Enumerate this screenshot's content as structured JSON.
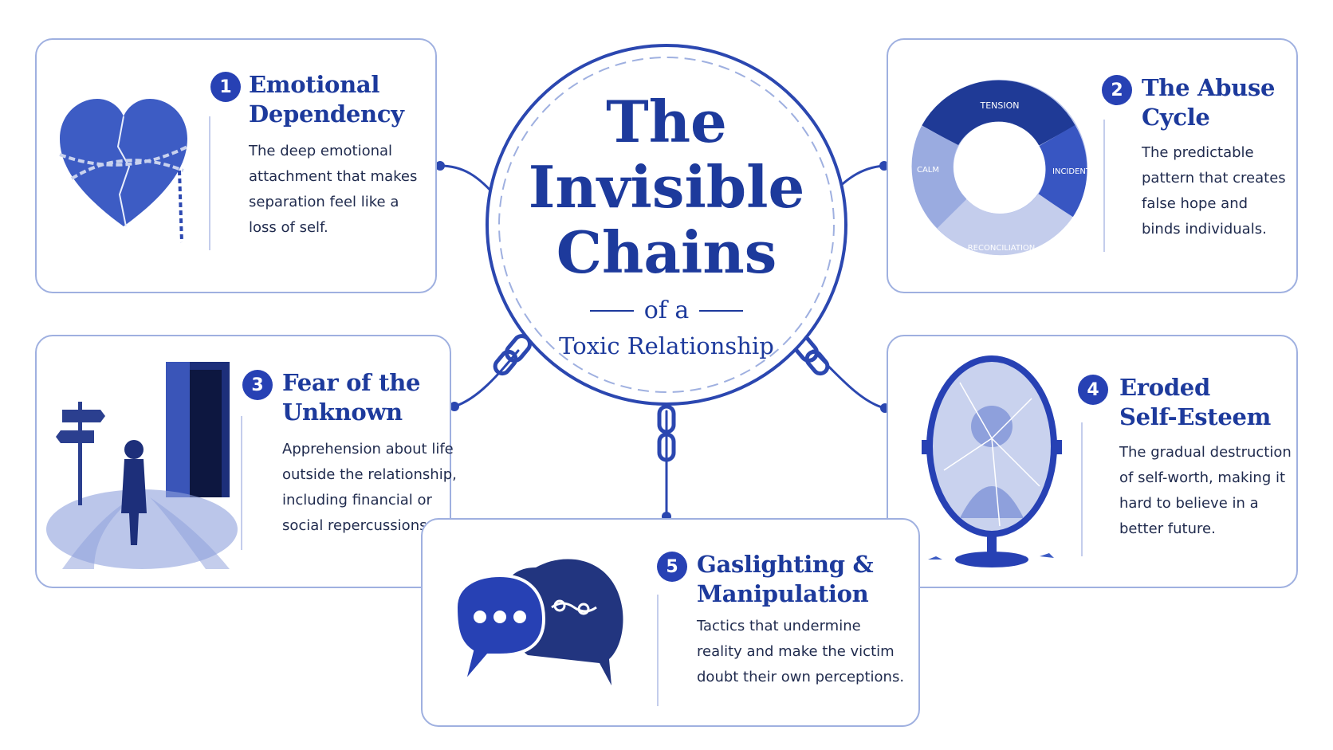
{
  "center": {
    "title_lines": [
      "The",
      "Invisible",
      "Chains"
    ],
    "connector": "of a",
    "subtitle": "Toxic Relationship"
  },
  "cards": [
    {
      "number": "1",
      "title_lines": [
        "Emotional",
        "Dependency"
      ],
      "desc_lines": [
        "The deep emotional",
        "attachment that makes",
        "separation feel like a",
        "loss of self."
      ],
      "icon": "broken-chained-heart-icon"
    },
    {
      "number": "2",
      "title_lines": [
        "The Abuse",
        "Cycle"
      ],
      "desc_lines": [
        "The predictable",
        "pattern that creates",
        "false hope and",
        "binds individuals."
      ],
      "icon": "abuse-cycle-icon",
      "cycle_labels": {
        "tension": "TENSION",
        "incident": "INCIDENT",
        "reconciliation": "RECONCILIATION",
        "calm": "CALM"
      }
    },
    {
      "number": "3",
      "title_lines": [
        "Fear of the",
        "Unknown"
      ],
      "desc_lines": [
        "Apprehension about life",
        "outside the relationship,",
        "including financial or",
        "social repercussions."
      ],
      "icon": "crossroads-door-icon"
    },
    {
      "number": "4",
      "title_lines": [
        "Eroded",
        "Self-Esteem"
      ],
      "desc_lines": [
        "The gradual destruction",
        "of self-worth, making it",
        "hard to believe in a",
        "better future."
      ],
      "icon": "shattered-mirror-icon"
    },
    {
      "number": "5",
      "title_lines": [
        "Gaslighting &",
        "Manipulation"
      ],
      "desc_lines": [
        "Tactics that undermine",
        "reality and make the victim",
        "doubt their own perceptions."
      ],
      "icon": "speech-bubbles-icon"
    }
  ],
  "colors": {
    "accent": "#2741b4",
    "title": "#1d3a9c",
    "border": "#9fb0e0",
    "text": "#1f2a4d"
  }
}
